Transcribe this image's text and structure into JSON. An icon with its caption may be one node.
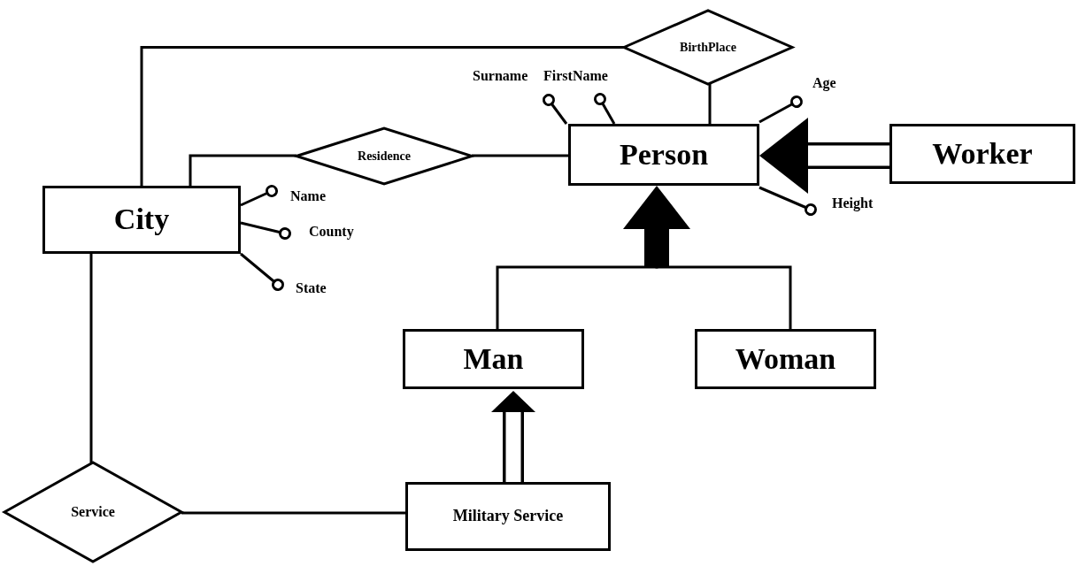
{
  "diagram": {
    "nodes": [
      {
        "text": [
          "BirthPlace"
        ]
      },
      {
        "text": [
          "Surname"
        ]
      },
      {
        "text": [
          "FirstName"
        ]
      },
      {
        "text": [
          "Age"
        ]
      },
      {
        "text": [
          "Residence"
        ]
      },
      {
        "text": [
          "Person"
        ]
      },
      {
        "text": [
          "Worker"
        ]
      },
      {
        "text": [
          "City"
        ]
      },
      {
        "text": [
          "Name"
        ]
      },
      {
        "text": [
          "County"
        ]
      },
      {
        "text": [
          "Height"
        ]
      },
      {
        "text": [
          "State"
        ]
      },
      {
        "text": [
          "Man"
        ]
      },
      {
        "text": [
          "Woman"
        ]
      },
      {
        "text": [
          "Service"
        ]
      },
      {
        "text": [
          "Military Service"
        ]
      }
    ],
    "edges": [
      {
        "from": 7,
        "to": 0,
        "arrow": "none"
      },
      {
        "from": 0,
        "to": 5,
        "arrow": "none"
      },
      {
        "from": 7,
        "to": 4,
        "arrow": "none"
      },
      {
        "from": 4,
        "to": 5,
        "arrow": "none"
      },
      {
        "from": 5,
        "to": 1,
        "arrow": "other"
      },
      {
        "from": 5,
        "to": 2,
        "arrow": "other"
      },
      {
        "from": 5,
        "to": 3,
        "arrow": "other"
      },
      {
        "from": 5,
        "to": 10,
        "arrow": "other"
      },
      {
        "from": 7,
        "to": 8,
        "arrow": "other"
      },
      {
        "from": 7,
        "to": 9,
        "arrow": "other"
      },
      {
        "from": 7,
        "to": 11,
        "arrow": "other"
      },
      {
        "from": 6,
        "to": 5,
        "arrow": "to",
        "style": "thick"
      },
      {
        "from": 12,
        "to": 5,
        "arrow": "to"
      },
      {
        "from": 13,
        "to": 5,
        "arrow": "to"
      },
      {
        "from": 15,
        "to": 12,
        "arrow": "to",
        "style": "thick"
      },
      {
        "from": 14,
        "to": 7,
        "arrow": "none"
      },
      {
        "from": 14,
        "to": 15,
        "arrow": "none"
      }
    ]
  }
}
